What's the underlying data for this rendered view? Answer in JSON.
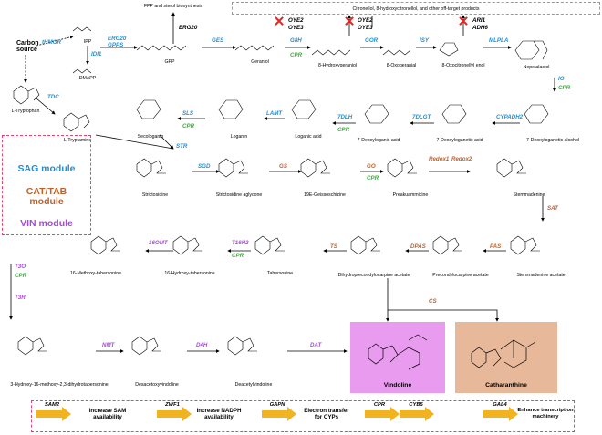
{
  "header": {
    "fpp_label": "FPP and sterol biosynthesis",
    "offtarget_label": "Citronellol, 8-hydroxycitronellol, and other off-target products"
  },
  "compounds": {
    "carbon_source": "Carbon\nsource",
    "ipp": "IPP",
    "dmapp": "DMAPP",
    "gpp": "GPP",
    "geraniol": "Geraniol",
    "hydroxygeraniol": "8-Hydroxygeraniol",
    "oxogeranial": "8-Oxogeranial",
    "oxocitronellyl": "8-Oxocitronellyl enol",
    "nepetalactol": "Nepetalactol",
    "ltrp": "L-Tryptophan",
    "ltryptamine": "L-Tryptamine",
    "secologanin": "Secologanin",
    "loganin": "Loganin",
    "loganic_acid": "Loganic acid",
    "deoxyloganic_acid": "7-Deoxyloganic acid",
    "deoxyloganetic_acid": "7-Deoxyloganetic acid",
    "deoxyloganetic_alcohol": "7-Deoxyloganetic alcohol",
    "strictosidine": "Strictosidine",
    "strictosidine_aglycone": "Strictosidine aglycone",
    "geissoschizine": "19E-Geissoschizine",
    "preakuammicine": "Preakuammicine",
    "stemmadenine": "Stemmadenine",
    "stemmadenine_acetate": "Stemmadenine acetate",
    "precondylocarpine": "Precondylocarpine acetate",
    "dihydroprecondylocarpine": "Dihydroprecondylocarpine acetate",
    "tabersonine": "Tabersonine",
    "hydroxytabersonine": "16-Hydroxy-tabersonine",
    "methoxytabersonine": "16-Methoxy-tabersonine",
    "hydroxymethoxy": "3-Hydroxy-16-methoxy-2,3-dihydrotabersonine",
    "desacetoxyvindoline": "Desacetoxyvindoline",
    "deacetylvindoline": "Deacetylvindoline",
    "vindoline": "Vindoline",
    "catharanthine": "Catharanthine"
  },
  "enzymes": {
    "thmgr": "tHMGR",
    "idi1": "IDI1",
    "erg20gpps": "ERG20\nGPPS",
    "erg20": "ERG20",
    "ges": "GES",
    "g8h": "G8H",
    "cpr1": "CPR",
    "gor": "GOR",
    "isy": "ISY",
    "mlpla": "MLPLA",
    "io": "IO",
    "cpr2": "CPR",
    "oye2a": "OYE2",
    "oye3a": "OYE3",
    "oye2b": "OYE2",
    "oye3b": "OYE3",
    "ari1": "ARI1",
    "adh6": "ADH6",
    "tdc": "TDC",
    "sls": "SLS",
    "cpr3": "CPR",
    "lamt": "LAMT",
    "7dlh": "7DLH",
    "cpr4": "CPR",
    "7dlgt": "7DLGT",
    "cypadh2": "CYPADH2",
    "str": "STR",
    "sgd": "SGD",
    "gs": "GS",
    "go": "GO",
    "cpr5": "CPR",
    "redox1": "Redox1",
    "redox2": "Redox2",
    "sat": "SAT",
    "pas": "PAS",
    "dpas": "DPAS",
    "ts": "TS",
    "cs": "CS",
    "t16h2": "T16H2",
    "cpr6": "CPR",
    "16omt": "16OMT",
    "t3o": "T3O",
    "cpr7": "CPR",
    "t3r": "T3R",
    "nmt": "NMT",
    "d4h": "D4H",
    "dat": "DAT"
  },
  "modules": {
    "sag": "SAG module",
    "cat": "CAT/TAB\nmodule",
    "vin": "VIN module"
  },
  "bottom": [
    {
      "gene": "SAM2",
      "text": "Increase SAM\navailability"
    },
    {
      "gene": "ZWF1",
      "text": ""
    },
    {
      "gene": "GAPN",
      "text": "Increase NADPH\navailability"
    },
    {
      "gene": "CPR",
      "text": ""
    },
    {
      "gene": "CYB5",
      "text": "Electron transfer\nfor CYPs"
    },
    {
      "gene": "GAL4",
      "text": "Enhance transcription\nmachinery"
    }
  ],
  "colors": {
    "blue": "#1f8fd6",
    "orange": "#c0612b",
    "purple": "#a84ad6",
    "green": "#2cb82c",
    "red": "#e32626",
    "pink": "#e8436f",
    "vin_bg": "#e99bef",
    "cath_bg": "#e8b89a",
    "arrow": "#f2b320"
  }
}
